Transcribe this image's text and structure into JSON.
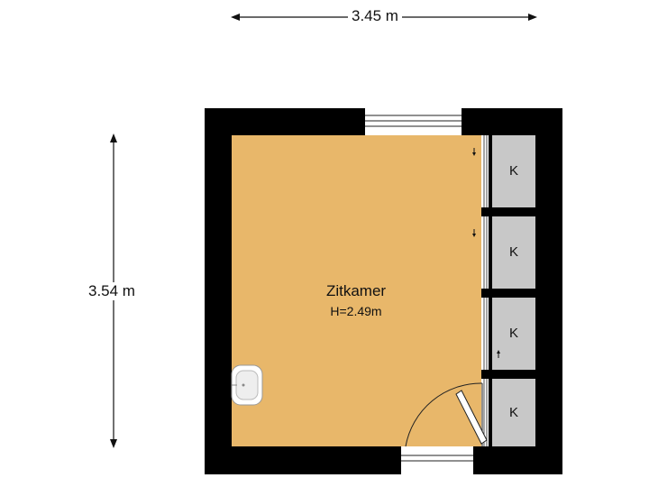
{
  "dimensions": {
    "width_label": "3.45 m",
    "height_label": "3.54 m"
  },
  "room": {
    "name": "Zitkamer",
    "height": "H=2.49m",
    "floor_color": "#E8B76A"
  },
  "closets": [
    {
      "label": "K"
    },
    {
      "label": "K"
    },
    {
      "label": "K"
    },
    {
      "label": "K"
    }
  ],
  "colors": {
    "wall": "#000000",
    "closet_fill": "#C8C8C8",
    "floor": "#E8B76A"
  },
  "fixtures": {
    "sink": "sink-icon",
    "door": "door-swing",
    "window_top": "window",
    "window_bottom": "window"
  }
}
